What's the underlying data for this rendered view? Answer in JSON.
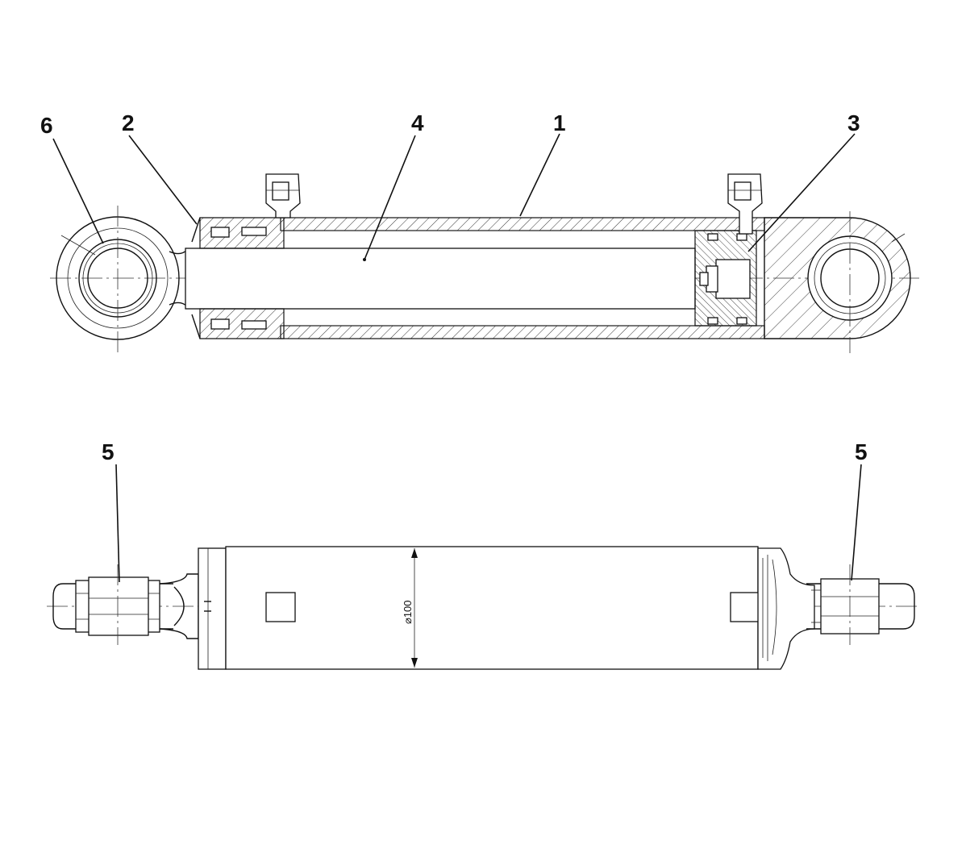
{
  "callouts": {
    "label_1": "1",
    "label_2": "2",
    "label_3": "3",
    "label_4": "4",
    "label_5_left": "5",
    "label_5_right": "5",
    "label_6": "6"
  },
  "dimensions": {
    "diameter": "⌀100"
  }
}
